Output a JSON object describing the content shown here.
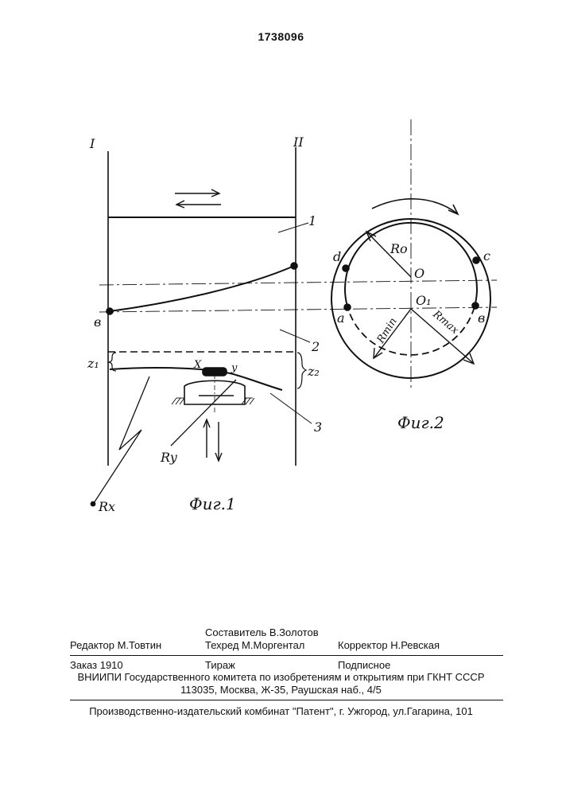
{
  "header": {
    "patent_number": "1738096"
  },
  "fig1": {
    "caption": "Фиг.1",
    "line_I": "I",
    "line_II": "II",
    "label_1": "1",
    "label_2": "2",
    "label_3": "3",
    "label_b": "в",
    "label_z1": "z₁",
    "label_z2": "z₂",
    "label_x": "X",
    "label_y": "y",
    "label_Ry": "Ry",
    "label_Rx": "Rx"
  },
  "fig2": {
    "caption": "Фиг.2",
    "label_Ro": "Ro",
    "label_O": "O",
    "label_O1": "O₁",
    "label_Rmin": "Rmin",
    "label_Rmax": "Rmax",
    "label_a": "a",
    "label_b": "в",
    "label_c": "c",
    "label_d": "d"
  },
  "footer": {
    "compiler": "Составитель  В.Золотов",
    "editor": "Редактор  М.Товтин",
    "techred": "Техред М.Моргентал",
    "corrector": "Корректор   Н.Ревская",
    "order": "Заказ  1910",
    "circulation": "Тираж",
    "subscription": "Подписное",
    "org_line": "ВНИИПИ Государственного комитета по изобретениям и открытиям при ГКНТ СССР",
    "address_line": "113035, Москва, Ж-35, Раушская наб., 4/5",
    "publisher_line": "Производственно-издательский комбинат \"Патент\", г. Ужгород, ул.Гагарина, 101"
  }
}
